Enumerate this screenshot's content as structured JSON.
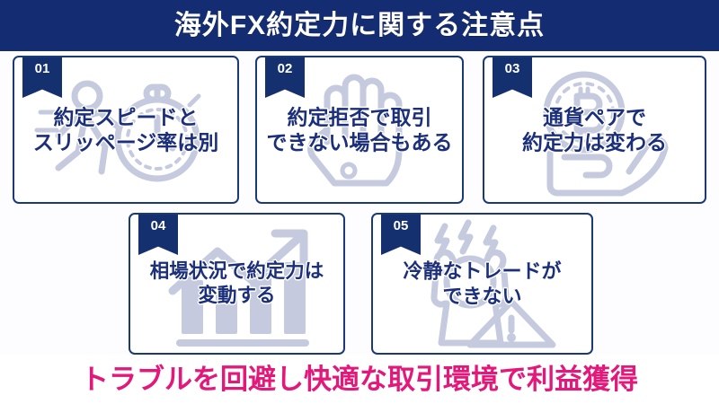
{
  "header": {
    "title": "海外FX約定力に関する注意点",
    "background_color": "#142d72",
    "text_color": "#ffffff"
  },
  "cards": [
    {
      "number": "01",
      "line1": "約定スピードと",
      "line2": "スリッページ率は別",
      "icon": "runner-stopwatch-icon"
    },
    {
      "number": "02",
      "line1": "約定拒否で取引",
      "line2": "できない場合もある",
      "icon": "stop-hand-icon"
    },
    {
      "number": "03",
      "line1": "通貨ペアで",
      "line2": "約定力は変わる",
      "icon": "bitcoin-in-hand-icon"
    },
    {
      "number": "04",
      "line1": "相場状況で約定力は",
      "line2": "変動する",
      "icon": "bar-chart-up-arrow-icon"
    },
    {
      "number": "05",
      "line1": "冷静なトレードが",
      "line2": "できない",
      "icon": "stressed-person-warning-icon"
    }
  ],
  "footer": {
    "text": "トラブルを回避し快適な取引環境で利益獲得",
    "text_color": "#e2187a",
    "background_color": "#ffffff"
  },
  "theme": {
    "card_border_color": "#1b3a75",
    "card_background": "#ffffff",
    "badge_color": "#15306e",
    "card_text_color": "#1b2f7a",
    "watermark_color": "#c5cade"
  }
}
